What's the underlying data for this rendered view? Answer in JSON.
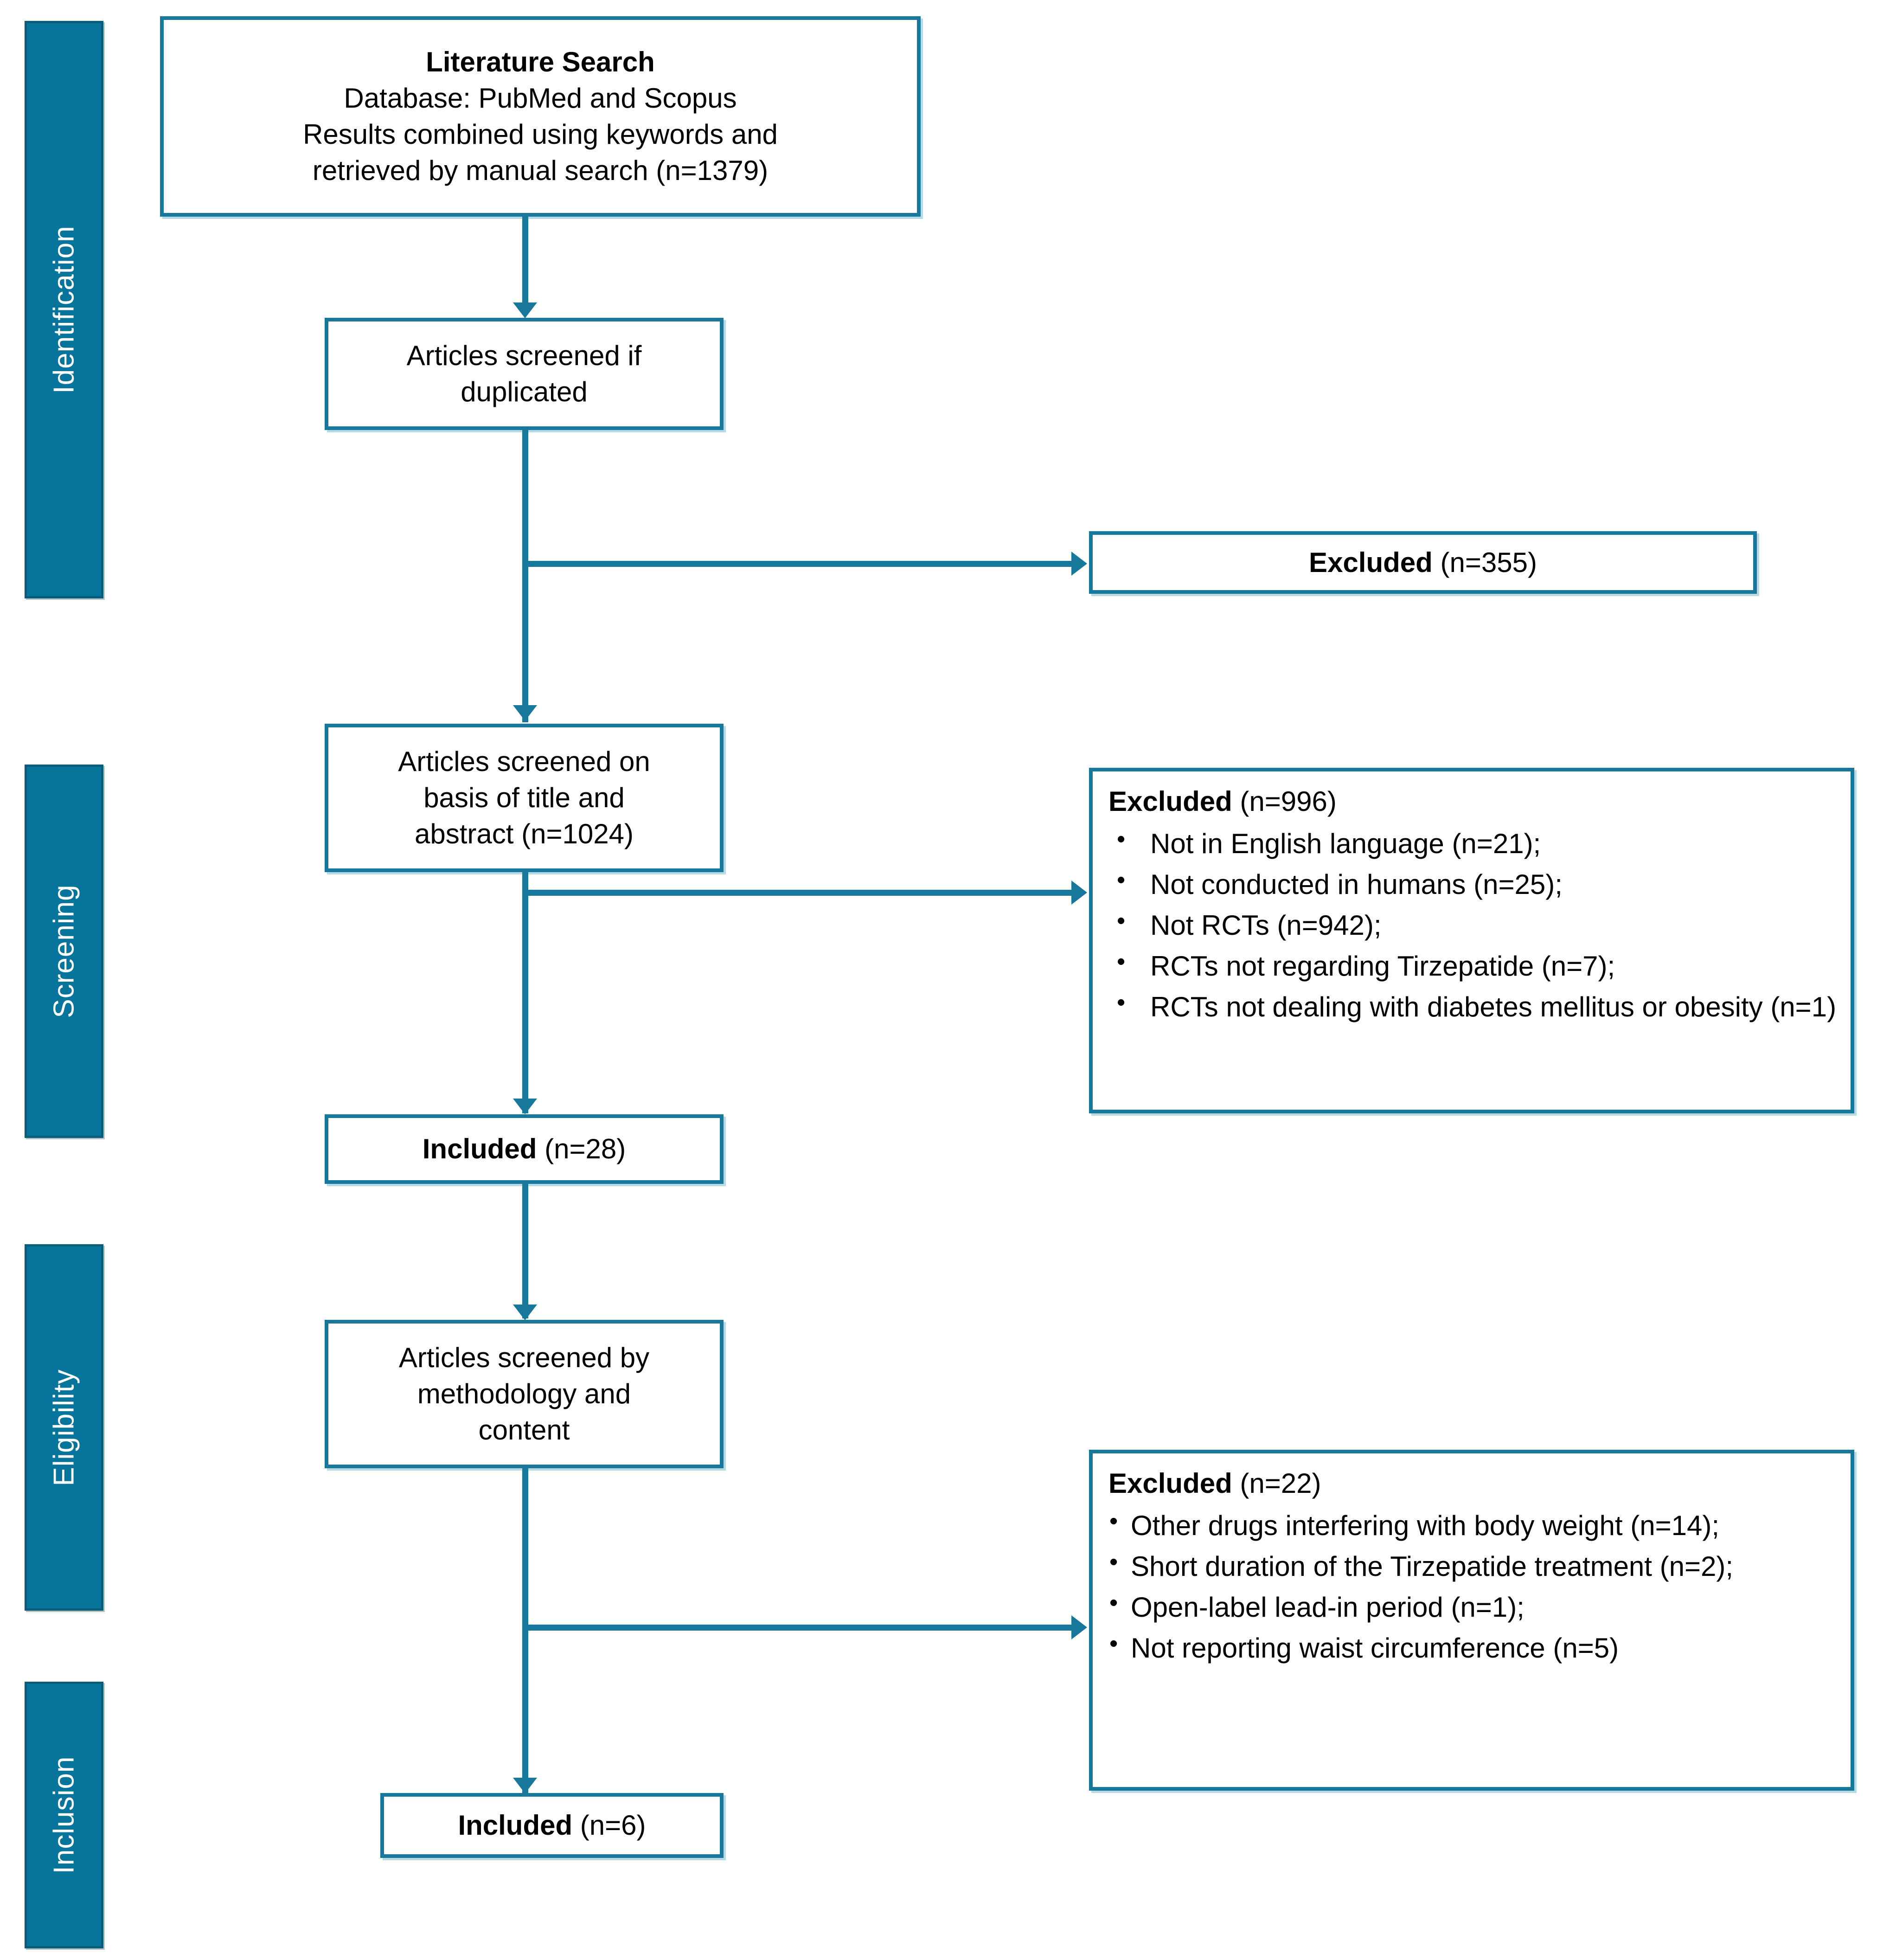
{
  "diagram": {
    "title": "PRISMA literature selection flow diagram",
    "accent_color": "#17789C",
    "stage_bar_color": "#07759B",
    "stage_bar_text_color": "#FFFFFF"
  },
  "stages": [
    {
      "id": "identification",
      "label": "Identification"
    },
    {
      "id": "screening",
      "label": "Screening"
    },
    {
      "id": "eligibility",
      "label": "Eligibility"
    },
    {
      "id": "inclusion",
      "label": "Inclusion"
    }
  ],
  "boxes": {
    "literature_search": {
      "heading": "Literature Search",
      "line2": "Database: PubMed and Scopus",
      "line3": "Results combined using keywords and",
      "line4": "retrieved by manual search (n=1379)"
    },
    "screened_duplicates": {
      "line1": "Articles screened if",
      "line2": "duplicated"
    },
    "screened_title_abstract": {
      "line1": "Articles screened on",
      "line2": "basis of title and",
      "line3": "abstract (n=1024)"
    },
    "included_28": {
      "label_bold": "Included",
      "label_rest": " (n=28)"
    },
    "screened_methodology": {
      "line1": "Articles screened by",
      "line2": "methodology and",
      "line3": "content"
    },
    "included_6": {
      "label_bold": "Included",
      "label_rest": " (n=6)"
    }
  },
  "exclusions": {
    "duplicates": {
      "label_bold": "Excluded",
      "label_rest": " (n=355)"
    },
    "screening": {
      "label_bold": "Excluded",
      "label_rest": " (n=996)",
      "reasons": [
        "Not in English language (n=21);",
        "Not conducted in humans (n=25);",
        "Not RCTs (n=942);",
        "RCTs not regarding Tirzepatide (n=7);",
        "RCTs not dealing with diabetes mellitus or obesity (n=1)"
      ]
    },
    "eligibility": {
      "label_bold": "Excluded",
      "label_rest": " (n=22)",
      "reasons": [
        "Other drugs interfering with body weight (n=14);",
        "Short duration of the Tirzepatide treatment (n=2);",
        "Open-label lead-in period (n=1);",
        "Not reporting waist circumference (n=5)"
      ]
    }
  }
}
